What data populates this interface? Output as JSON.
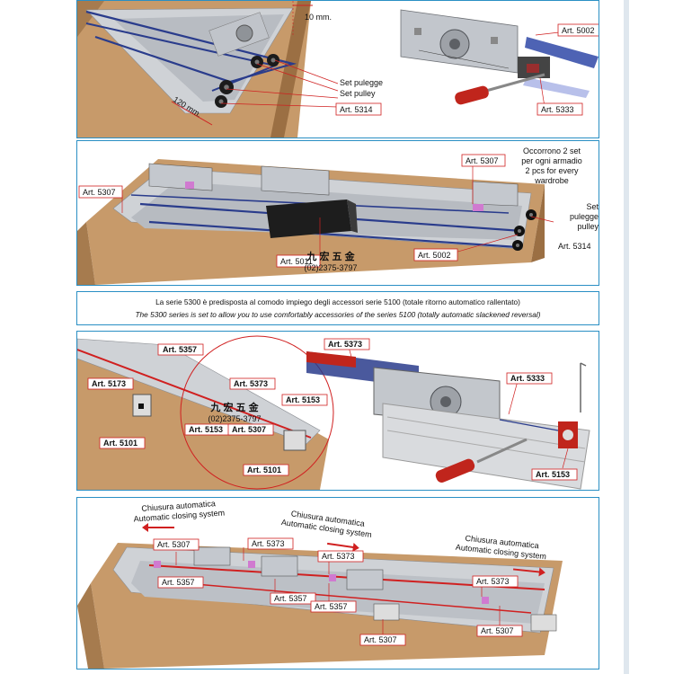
{
  "panel1": {
    "dim_top": "10 mm.",
    "dim_side": "120 mm.",
    "labels": [
      "Set pulegge",
      "Set pulley",
      "Art. 5314",
      "Art. 5002",
      "Art. 5333"
    ]
  },
  "panel2": {
    "note_lines": [
      "Occorrono 2 set",
      "per ogni armadio",
      "2 pcs for every",
      "wardrobe"
    ],
    "set_lines": [
      "Set",
      "pulegge",
      "pulley"
    ],
    "labels": {
      "a5307_left": "Art. 5307",
      "a5307_right": "Art. 5307",
      "a5011": "Art. 5011",
      "a5002": "Art. 5002",
      "a5314": "Art. 5314"
    },
    "watermark_cn": "九 宏 五 金",
    "watermark_tel": "(02)2375-3797"
  },
  "caption": {
    "it": "La serie 5300 è predisposta al comodo impiego degli accessori serie 5100 (totale ritorno automatico rallentato)",
    "en": "The 5300 series is set to allow you to use comfortably accessories of the series 5100 (totally automatic slackened reversal)"
  },
  "panel3": {
    "labels": {
      "a5357": "Art. 5357",
      "a5173": "Art. 5173",
      "a5101_left": "Art. 5101",
      "a5373_mid": "Art. 5373",
      "a5153_mid": "Art. 5153",
      "a5153_low": "Art. 5153",
      "a5307": "Art. 5307",
      "a5101_mid": "Art. 5101",
      "a5373_right": "Art. 5373",
      "a5333": "Art. 5333",
      "a5153_right": "Art. 5153"
    },
    "watermark_cn": "九 宏 五 金",
    "watermark_tel": "(02)2375-3797"
  },
  "panel4": {
    "closing": [
      {
        "it": "Chiusura automatica",
        "en": "Automatic closing system"
      },
      {
        "it": "Chiusura automatica",
        "en": "Automatic closing system"
      },
      {
        "it": "Chiusura automatica",
        "en": "Automatic closing system"
      }
    ],
    "labels": {
      "a5307_a": "Art. 5307",
      "a5357_a": "Art. 5357",
      "a5373_a": "Art. 5373",
      "a5373_b": "Art. 5373",
      "a5373_c": "Art. 5373",
      "a5357_b": "Art. 5357",
      "a5357_c": "Art. 5357",
      "a5307_b": "Art. 5307",
      "a5307_c": "Art. 5307"
    }
  },
  "colors": {
    "frame": "#2a8fc4",
    "wood": "#c79a6a",
    "rail": "#c9ccd0",
    "belt": "#2a3c8c",
    "accent_red": "#d02020"
  }
}
